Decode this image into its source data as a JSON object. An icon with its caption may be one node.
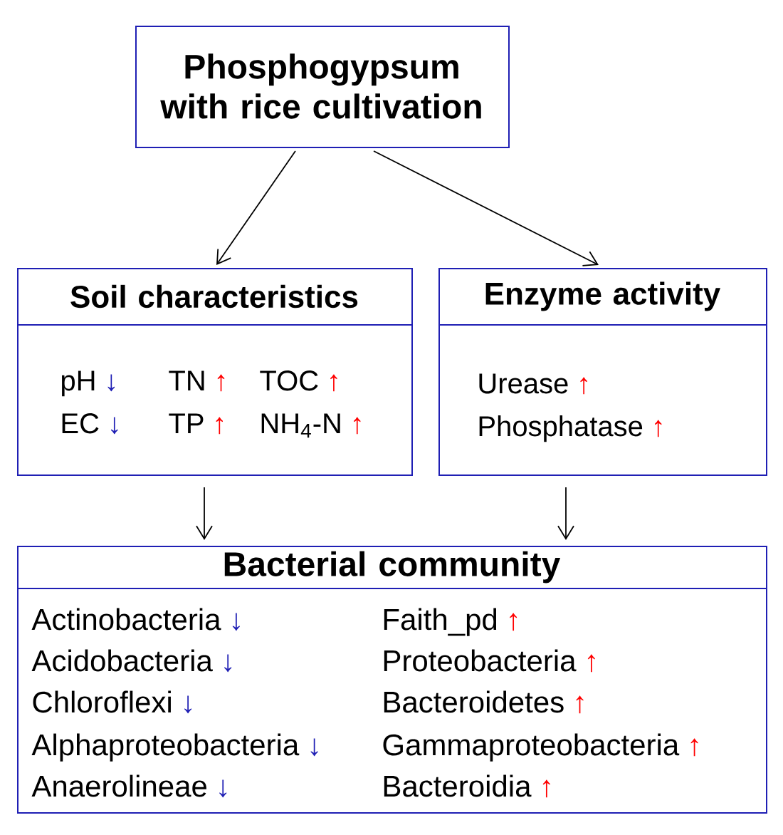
{
  "diagram": {
    "nodes": [
      {
        "text": [
          "Phosphogypsum with rice cultivation"
        ]
      },
      {
        "text": [
          "Soil characteristics",
          "pH",
          "↓",
          "TN",
          "↑",
          "TOC",
          "↑",
          "EC",
          "↓",
          "TP",
          "↑",
          "NH$_{4}$-N",
          "↑"
        ]
      },
      {
        "text": [
          "Enzyme activity",
          "Urease",
          "↑",
          "Phosphatase",
          "↑"
        ]
      },
      {
        "text": [
          "Bacterial community",
          "Actinobacteria",
          "↓",
          "Acidobacteria",
          "↓",
          "Chloroflexi",
          "↓",
          "Alphaproteobacteria",
          "↓",
          "Anaerolineae",
          "↓",
          "Faith_pd",
          "↑",
          "Proteobacteria",
          "↑",
          "Bacteroidetes",
          "↑",
          "Gammaproteobacteria",
          "↑",
          "Bacteroidia",
          "↑"
        ]
      }
    ],
    "edges": [
      {
        "from": 0,
        "to": 1,
        "arrow": "to"
      },
      {
        "from": 0,
        "to": 2,
        "arrow": "to"
      },
      {
        "from": 1,
        "to": 3,
        "arrow": "to"
      },
      {
        "from": 2,
        "to": 3,
        "arrow": "to"
      }
    ]
  }
}
